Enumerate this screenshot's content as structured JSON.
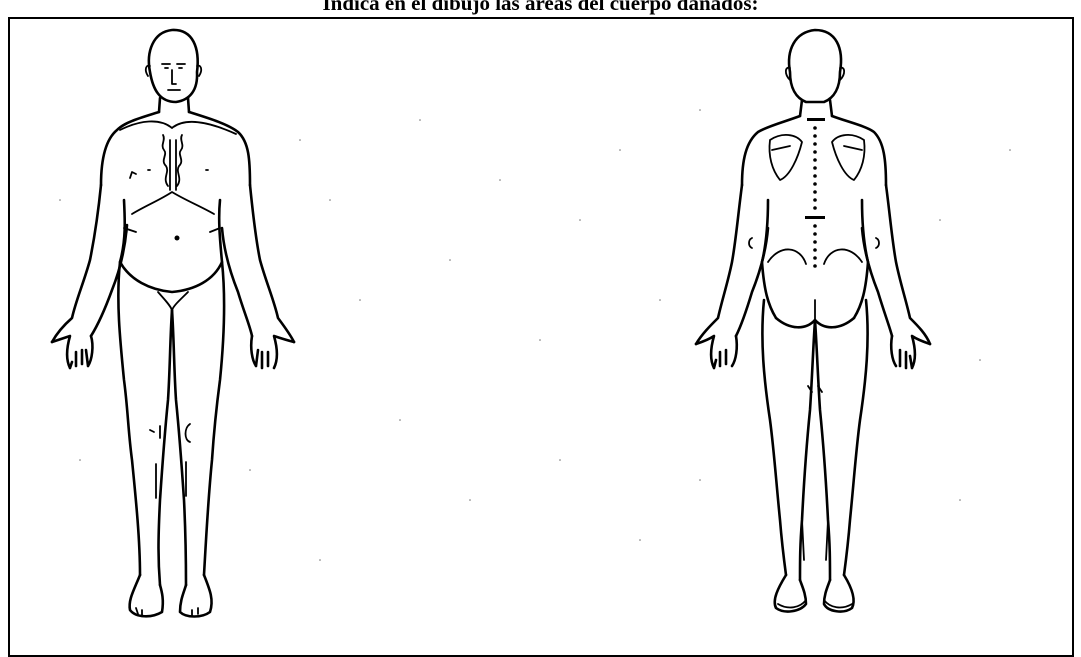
{
  "title": "Indica en el dibujo las áreas del cuerpo dañados:",
  "figures": {
    "front": {
      "icon": "body-front-outline"
    },
    "back": {
      "icon": "body-back-outline"
    }
  },
  "colors": {
    "line": "#000000",
    "background": "#ffffff"
  }
}
